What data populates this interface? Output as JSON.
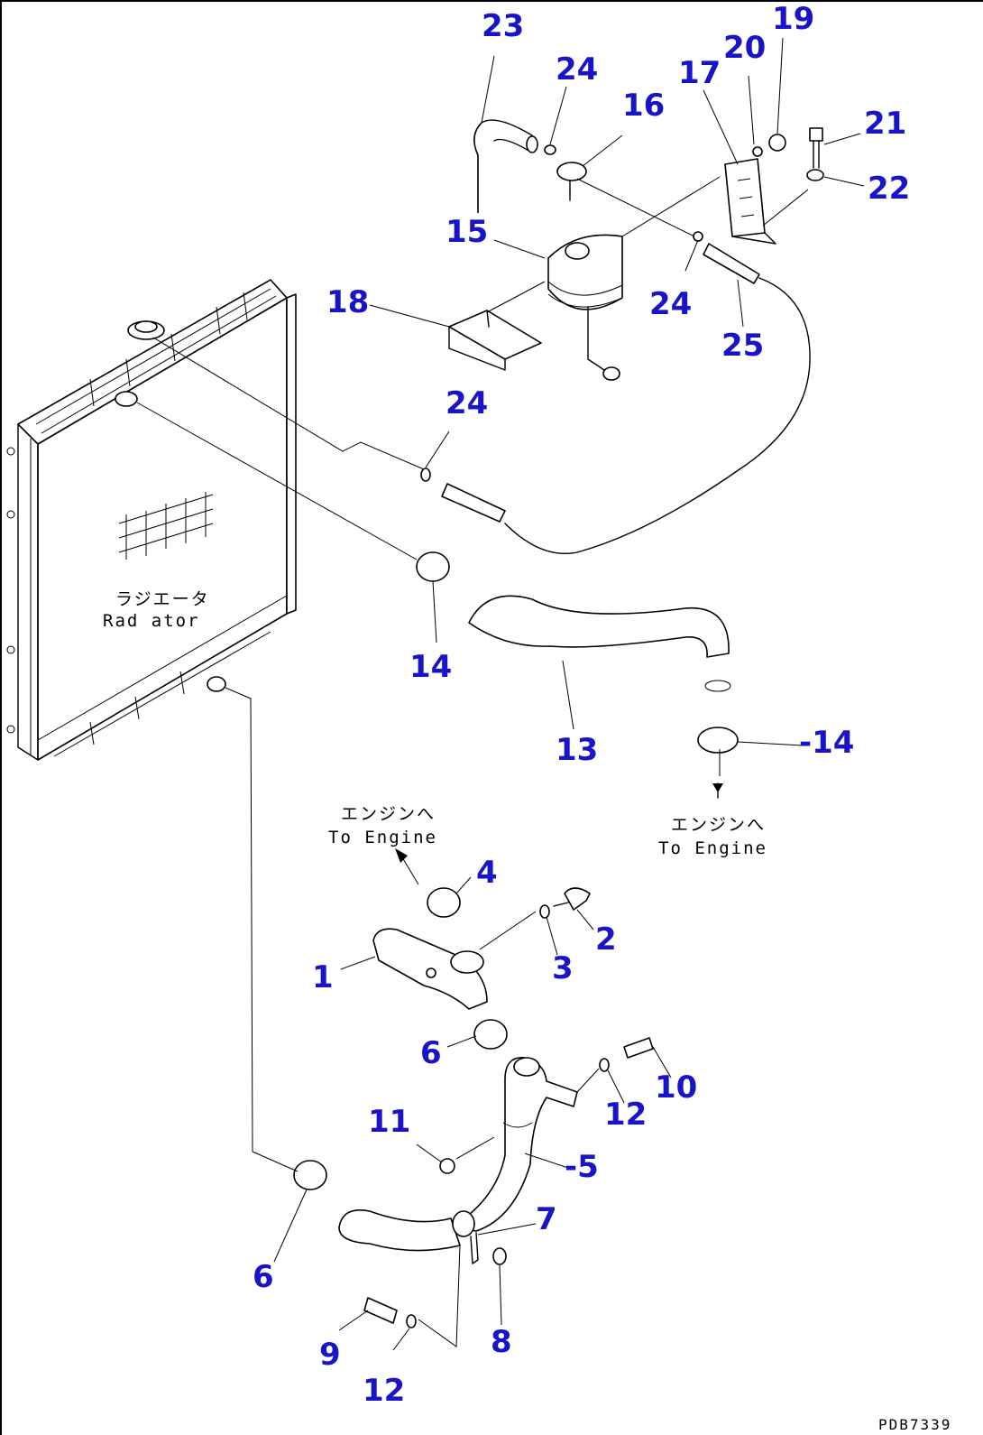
{
  "callouts": [
    "23",
    "24",
    "16",
    "20",
    "19",
    "17",
    "21",
    "22",
    "15",
    "24",
    "25",
    "18",
    "24",
    "14",
    "13",
    "-14",
    "4",
    "2",
    "1",
    "3",
    "6",
    "10",
    "12",
    "11",
    "-5",
    "7",
    "6",
    "9",
    "8",
    "12"
  ],
  "labels": {
    "radiator_jp": "ラジエータ",
    "radiator_en": "Rad ator",
    "engine_jp_left": "エンジンへ",
    "engine_en_left": "To Engine",
    "engine_jp_right": "エンジンへ",
    "engine_en_right": "To Engine"
  },
  "drawing_code": "PDB7339",
  "colors": {
    "callout": "#1a14c8",
    "line": "#000000"
  }
}
